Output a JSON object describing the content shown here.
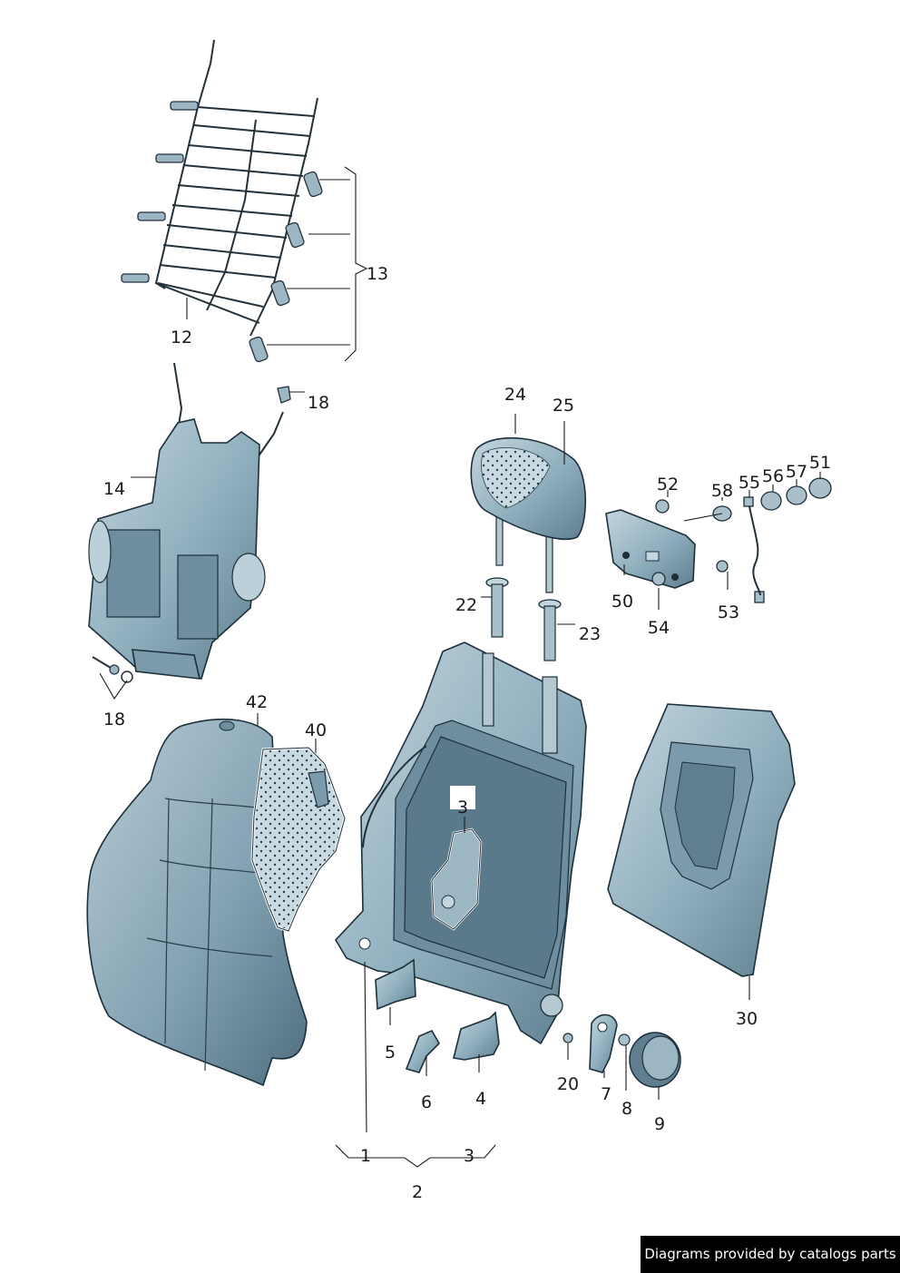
{
  "labels": {
    "l12": "12",
    "l13": "13",
    "l14": "14",
    "l18a": "18",
    "l18b": "18",
    "l24": "24",
    "l25": "25",
    "l22": "22",
    "l23": "23",
    "l52": "52",
    "l58": "58",
    "l55": "55",
    "l56": "56",
    "l57": "57",
    "l51": "51",
    "l50": "50",
    "l54": "54",
    "l53": "53",
    "l42": "42",
    "l40": "40",
    "l3a": "3",
    "l30": "30",
    "l5": "5",
    "l6": "6",
    "l4": "4",
    "l20": "20",
    "l7": "7",
    "l8": "8",
    "l9": "9",
    "l1": "1",
    "l3b": "3",
    "l2": "2"
  },
  "credit": "Diagrams provided by catalogs parts",
  "colors": {
    "part_fill": "#8eaebd",
    "part_dark": "#5f7f90",
    "part_light": "#c3d5de",
    "outline": "#1c2f3a"
  }
}
